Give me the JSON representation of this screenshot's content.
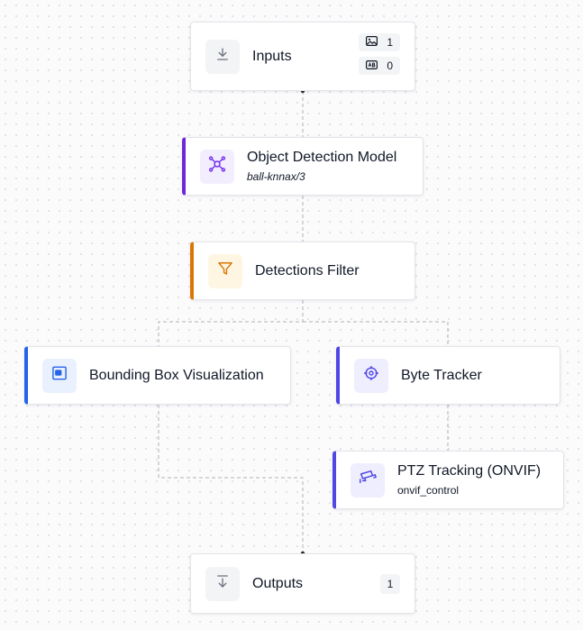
{
  "workflow": {
    "inputs": {
      "title": "Inputs",
      "image_count": "1",
      "param_count": "0"
    },
    "object_detection": {
      "title": "Object Detection Model",
      "model_id": "ball-knnax/3"
    },
    "detections_filter": {
      "title": "Detections Filter"
    },
    "bounding_box": {
      "title": "Bounding Box Visualization"
    },
    "byte_tracker": {
      "title": "Byte Tracker"
    },
    "ptz_tracking": {
      "title": "PTZ Tracking (ONVIF)",
      "subtitle": "onvif_control"
    },
    "outputs": {
      "title": "Outputs",
      "count": "1"
    }
  },
  "colors": {
    "model_accent": "#6d28d9",
    "filter_accent": "#d97706",
    "visualization_accent": "#2563eb",
    "tracker_accent": "#4f46e5",
    "edge": "#b0b0b8",
    "canvas_dot": "#dcdce2"
  },
  "icons": {
    "inputs": "download-icon",
    "object_detection": "graph-nodes-icon",
    "detections_filter": "filter-icon",
    "bounding_box": "bounding-box-icon",
    "byte_tracker": "crosshair-icon",
    "ptz_tracking": "cctv-camera-icon",
    "outputs": "output-arrow-icon"
  }
}
